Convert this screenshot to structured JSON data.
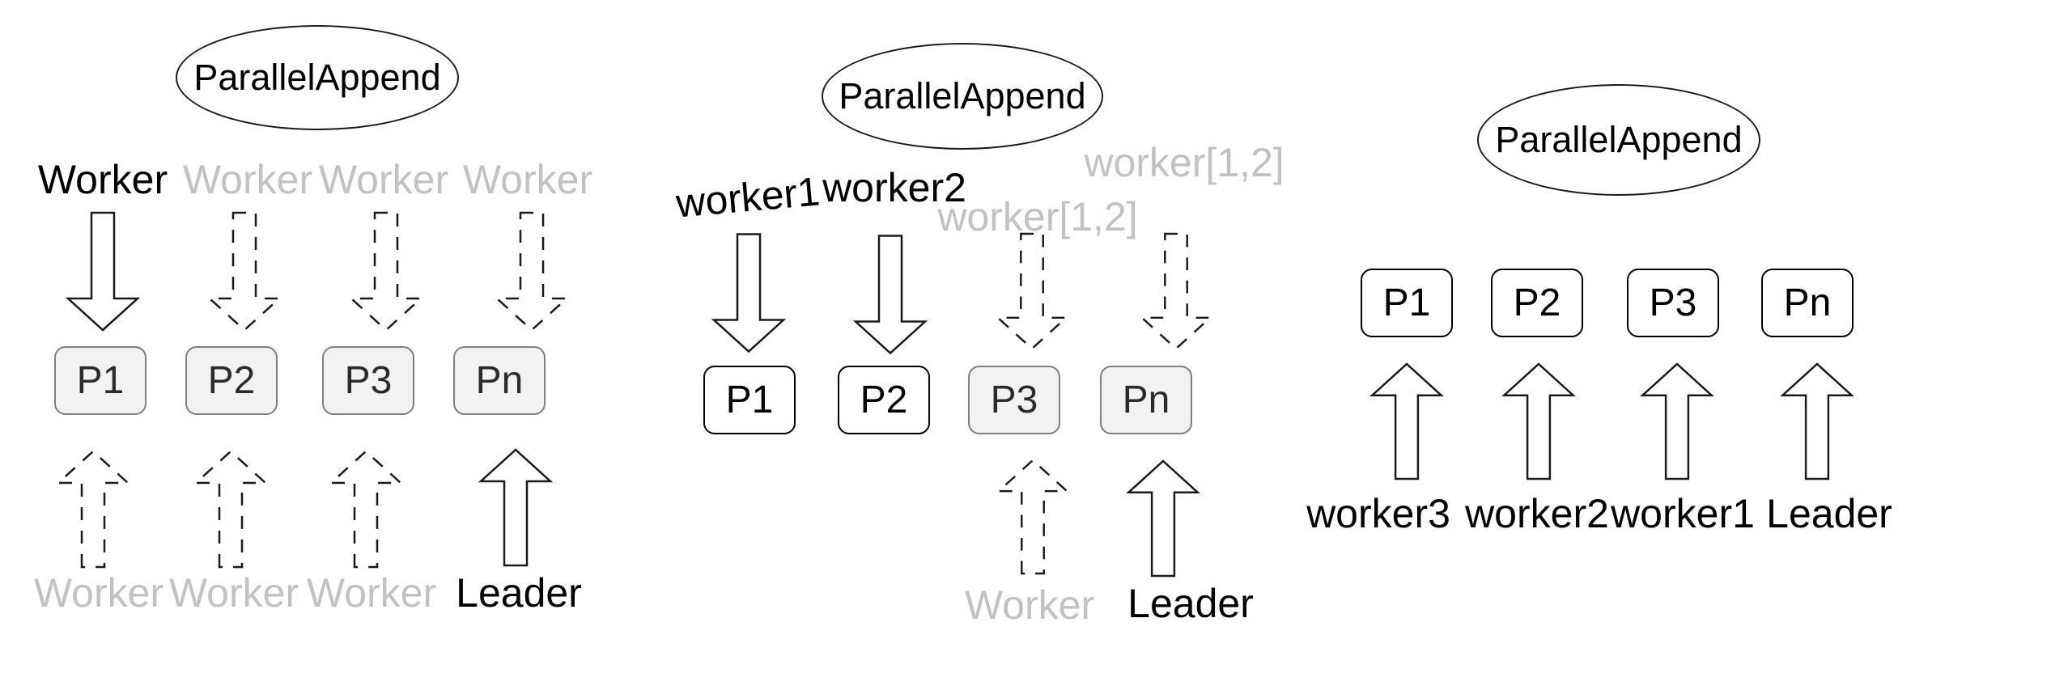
{
  "colors": {
    "background": "#ffffff",
    "text_black": "#000000",
    "text_gray": "#c2c2c2",
    "box_gray_fill": "#f2f2f2",
    "box_gray_border": "#7f7f7f",
    "box_white_fill": "#ffffff",
    "box_white_border": "#000000",
    "line": "#1a1a1a"
  },
  "diagrams": [
    {
      "node_label": "ParallelAppend",
      "top_labels": [
        {
          "text": "Worker",
          "color": "black"
        },
        {
          "text": "Worker",
          "color": "gray"
        },
        {
          "text": "Worker",
          "color": "gray"
        },
        {
          "text": "Worker",
          "color": "gray"
        }
      ],
      "down_arrows": [
        "solid",
        "dashed",
        "dashed",
        "dashed"
      ],
      "partitions": [
        {
          "label": "P1",
          "style": "gray"
        },
        {
          "label": "P2",
          "style": "gray"
        },
        {
          "label": "P3",
          "style": "gray"
        },
        {
          "label": "Pn",
          "style": "gray"
        }
      ],
      "up_arrows": [
        "dashed",
        "dashed",
        "dashed",
        "solid"
      ],
      "bottom_labels": [
        {
          "text": "Worker",
          "color": "gray"
        },
        {
          "text": "Worker",
          "color": "gray"
        },
        {
          "text": "Worker",
          "color": "gray"
        },
        {
          "text": "Leader",
          "color": "black"
        }
      ]
    },
    {
      "node_label": "ParallelAppend",
      "top_labels": [
        {
          "text": "worker1",
          "color": "black"
        },
        {
          "text": "worker2",
          "color": "black"
        },
        {
          "text": "worker[1,2]",
          "color": "gray"
        },
        {
          "text": "worker[1,2]",
          "color": "gray"
        }
      ],
      "down_arrows": [
        "solid",
        "solid",
        "dashed",
        "dashed"
      ],
      "partitions": [
        {
          "label": "P1",
          "style": "white"
        },
        {
          "label": "P2",
          "style": "white"
        },
        {
          "label": "P3",
          "style": "gray"
        },
        {
          "label": "Pn",
          "style": "gray"
        }
      ],
      "up_arrows": [
        null,
        null,
        "dashed",
        "solid"
      ],
      "bottom_labels": [
        {
          "text": "Worker",
          "color": "gray"
        },
        {
          "text": "Leader",
          "color": "black"
        }
      ]
    },
    {
      "node_label": "ParallelAppend",
      "top_labels": [],
      "down_arrows": [],
      "partitions": [
        {
          "label": "P1",
          "style": "white"
        },
        {
          "label": "P2",
          "style": "white"
        },
        {
          "label": "P3",
          "style": "white"
        },
        {
          "label": "Pn",
          "style": "white"
        }
      ],
      "up_arrows": [
        "solid",
        "solid",
        "solid",
        "solid"
      ],
      "bottom_labels": [
        {
          "text": "worker3",
          "color": "black"
        },
        {
          "text": "worker2",
          "color": "black"
        },
        {
          "text": "worker1",
          "color": "black"
        },
        {
          "text": "Leader",
          "color": "black"
        }
      ]
    }
  ]
}
